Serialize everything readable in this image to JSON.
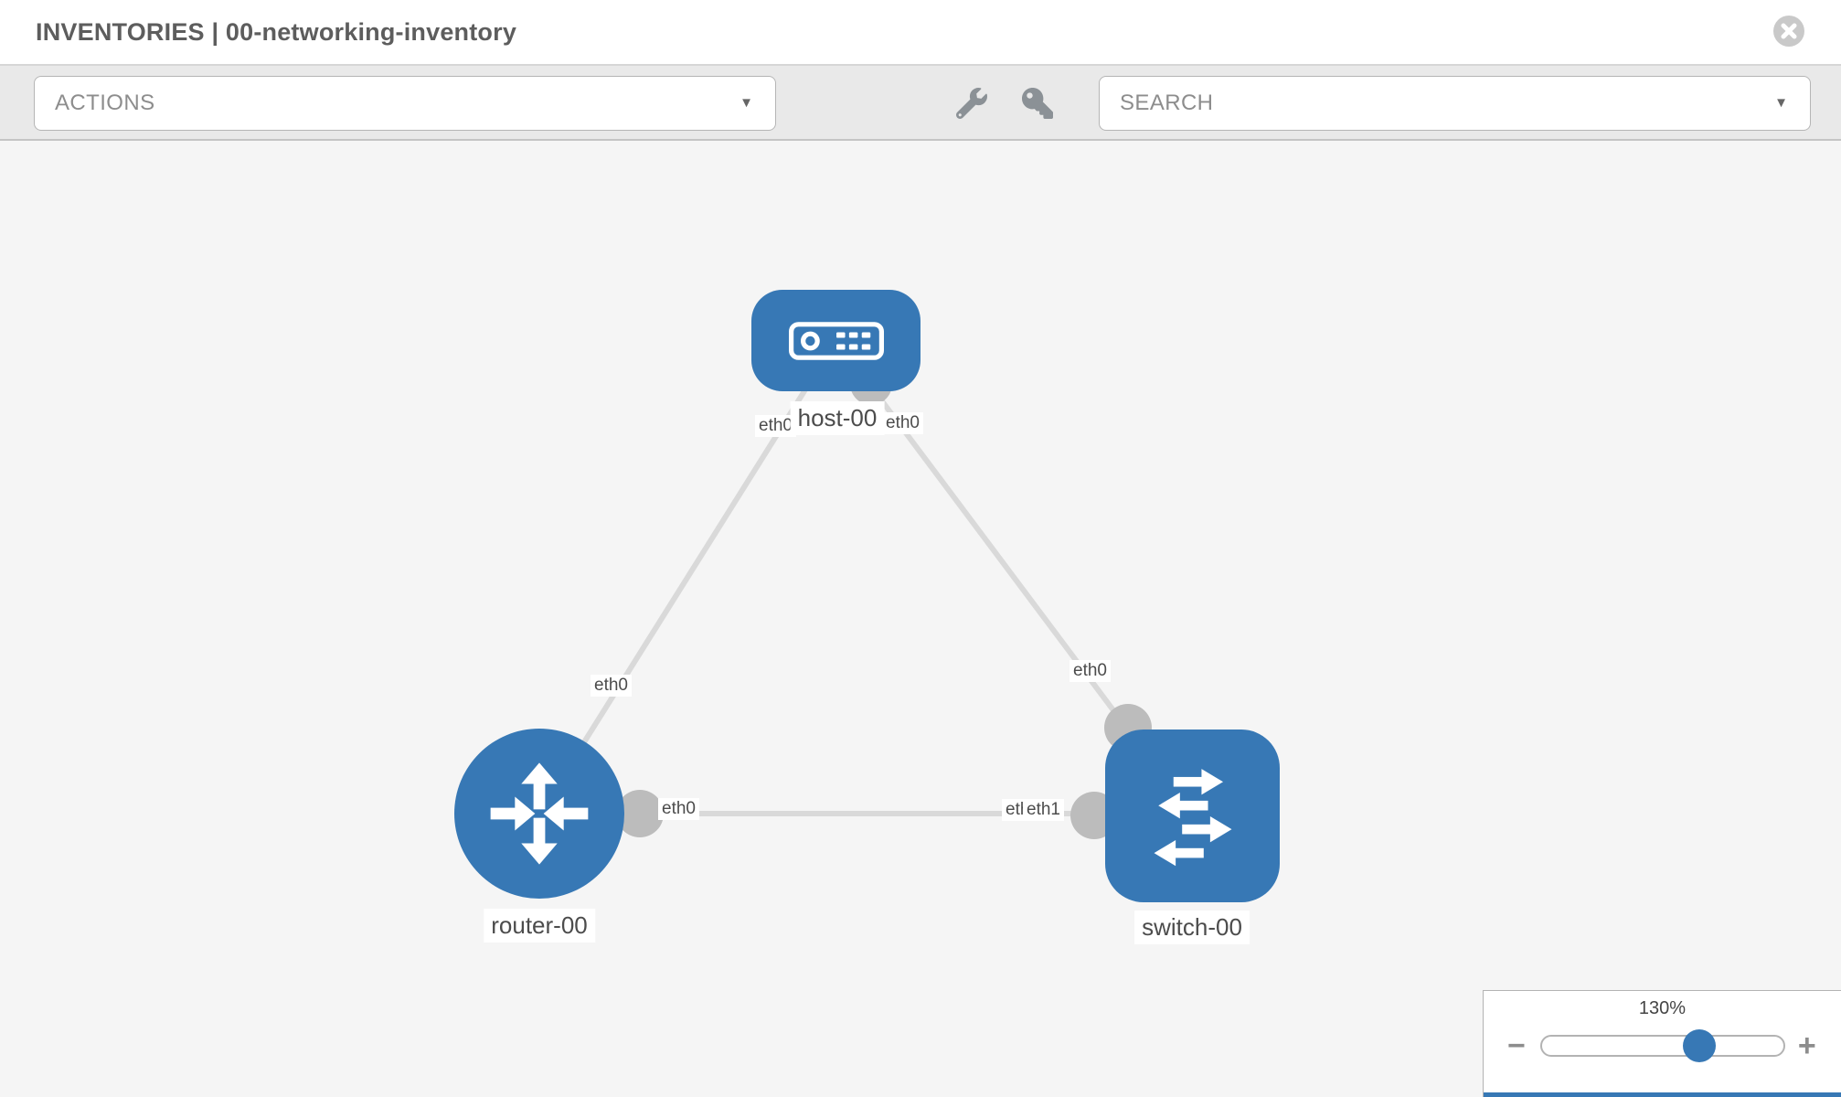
{
  "header": {
    "title": "INVENTORIES | 00-networking-inventory"
  },
  "toolbar": {
    "actions_label": "ACTIONS",
    "search_label": "SEARCH",
    "caret_glyph": "▼",
    "icons": {
      "left": "wrench-icon",
      "right": "key-icon"
    }
  },
  "topology": {
    "nodes": [
      {
        "id": "host-00",
        "type": "host",
        "label": "host-00"
      },
      {
        "id": "router-00",
        "type": "router",
        "label": "router-00"
      },
      {
        "id": "switch-00",
        "type": "switch",
        "label": "switch-00"
      }
    ],
    "links": [
      {
        "from": "router-00",
        "to": "host-00"
      },
      {
        "from": "host-00",
        "to": "switch-00"
      },
      {
        "from": "router-00",
        "to": "switch-00"
      }
    ],
    "labels": {
      "host": "host-00",
      "router": "router-00",
      "switch": "switch-00",
      "host_if_left": "eth0",
      "host_if_right": "eth0",
      "router_host_if": "eth0",
      "host_switch_if": "eth0",
      "rs_if_router": "eth0",
      "rs_if_hidden": "eth0",
      "rs_if_switch": "eth1"
    }
  },
  "zoom_control": {
    "level": "130%",
    "minus_label": "−",
    "plus_label": "+"
  },
  "colors": {
    "node_blue": "#3778b5",
    "link_gray": "#d9d9d9",
    "endpoint_gray": "#bcbcbc",
    "canvas_bg": "#f5f5f5",
    "toolbar_bg": "#e9e9e9"
  }
}
